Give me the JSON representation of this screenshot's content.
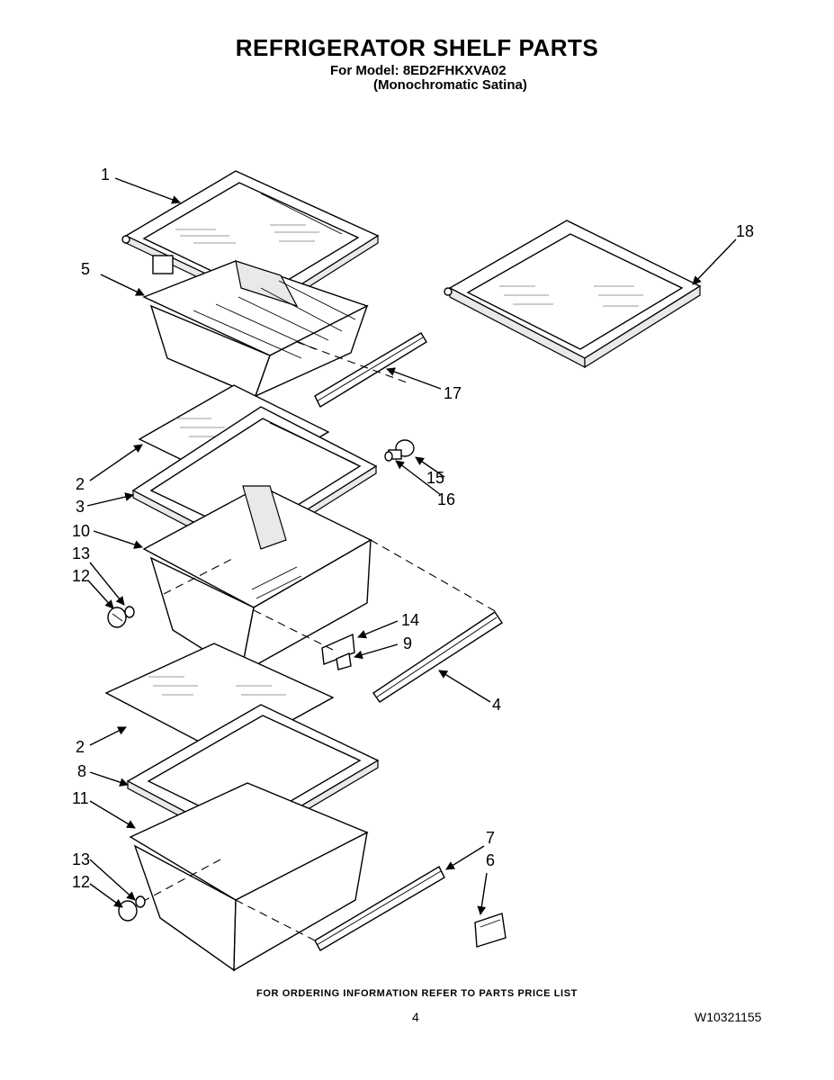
{
  "header": {
    "title": "REFRIGERATOR SHELF PARTS",
    "model_line": "For Model: 8ED2FHKXVA02",
    "color_line": "(Monochromatic Satina)"
  },
  "callouts": {
    "c1": "1",
    "c18": "18",
    "c5": "5",
    "c17": "17",
    "c2a": "2",
    "c3": "3",
    "c15": "15",
    "c16": "16",
    "c10": "10",
    "c13a": "13",
    "c12a": "12",
    "c14": "14",
    "c9": "9",
    "c4": "4",
    "c2b": "2",
    "c8": "8",
    "c11": "11",
    "c7": "7",
    "c6": "6",
    "c13b": "13",
    "c12b": "12"
  },
  "footer": {
    "ordering_note": "FOR ORDERING INFORMATION REFER TO PARTS PRICE LIST",
    "page_number": "4",
    "document_number": "W10321155"
  }
}
